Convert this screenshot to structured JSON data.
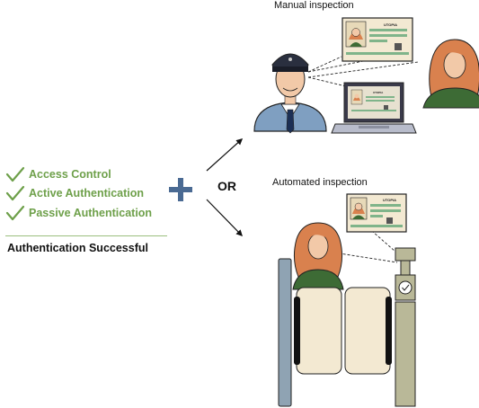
{
  "checks": [
    {
      "label": "Access Control",
      "icon": "check-icon"
    },
    {
      "label": "Active Authentication",
      "icon": "check-icon"
    },
    {
      "label": "Passive Authentication",
      "icon": "check-icon"
    }
  ],
  "result_label": "Authentication Successful",
  "or_label": "OR",
  "manual": {
    "title": "Manual inspection",
    "document_header": "UTOPIA"
  },
  "automated": {
    "title": "Automated inspection",
    "document_header": "UTOPIA"
  },
  "colors": {
    "check_green": "#6ea04a",
    "plus_blue": "#4a6a93",
    "gate_panel": "#f3e9d2",
    "gate_post": "#b9b898",
    "gate_rail": "#8fa3b3"
  }
}
